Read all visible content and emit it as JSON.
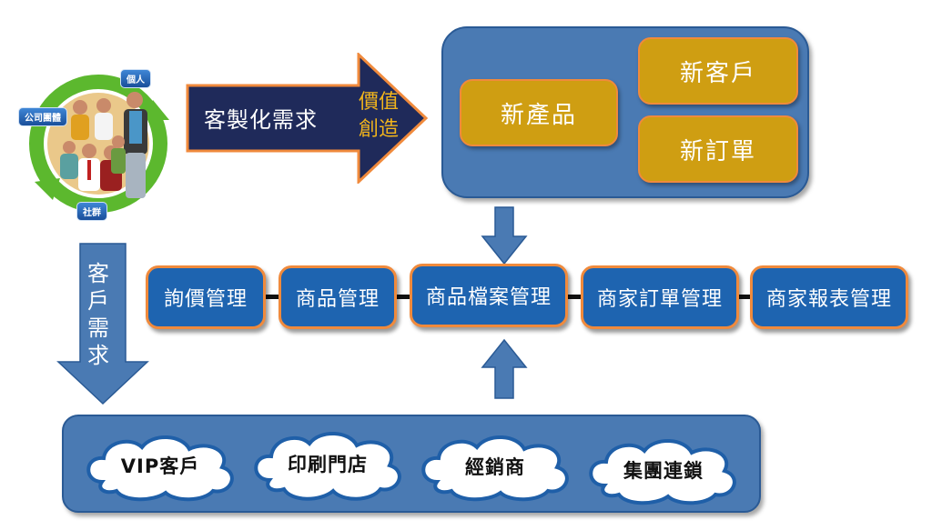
{
  "cycle": {
    "tags": [
      "個人",
      "公司團體",
      "社群"
    ]
  },
  "value_arrow": {
    "main_label": "客製化需求",
    "side_label_line1": "價值",
    "side_label_line2": "創造",
    "fill_color": "#1f2a5a",
    "border_color": "#f08a3c",
    "side_text_color": "#f2b51c"
  },
  "outcomes": {
    "items": [
      "新產品",
      "新客戶",
      "新訂單"
    ],
    "panel_color": "#4a7ab3",
    "box_color": "#cf9e12"
  },
  "customer_demand_arrow": {
    "label": "客戶需求"
  },
  "process_chain": {
    "items": [
      "詢價管理",
      "商品管理",
      "商品檔案管理",
      "商家訂單管理",
      "商家報表管理"
    ],
    "box_color": "#1e64b0",
    "border_color": "#f08a3c"
  },
  "customers": {
    "items": [
      "VIP客戶",
      "印刷門店",
      "經銷商",
      "集團連鎖"
    ]
  }
}
